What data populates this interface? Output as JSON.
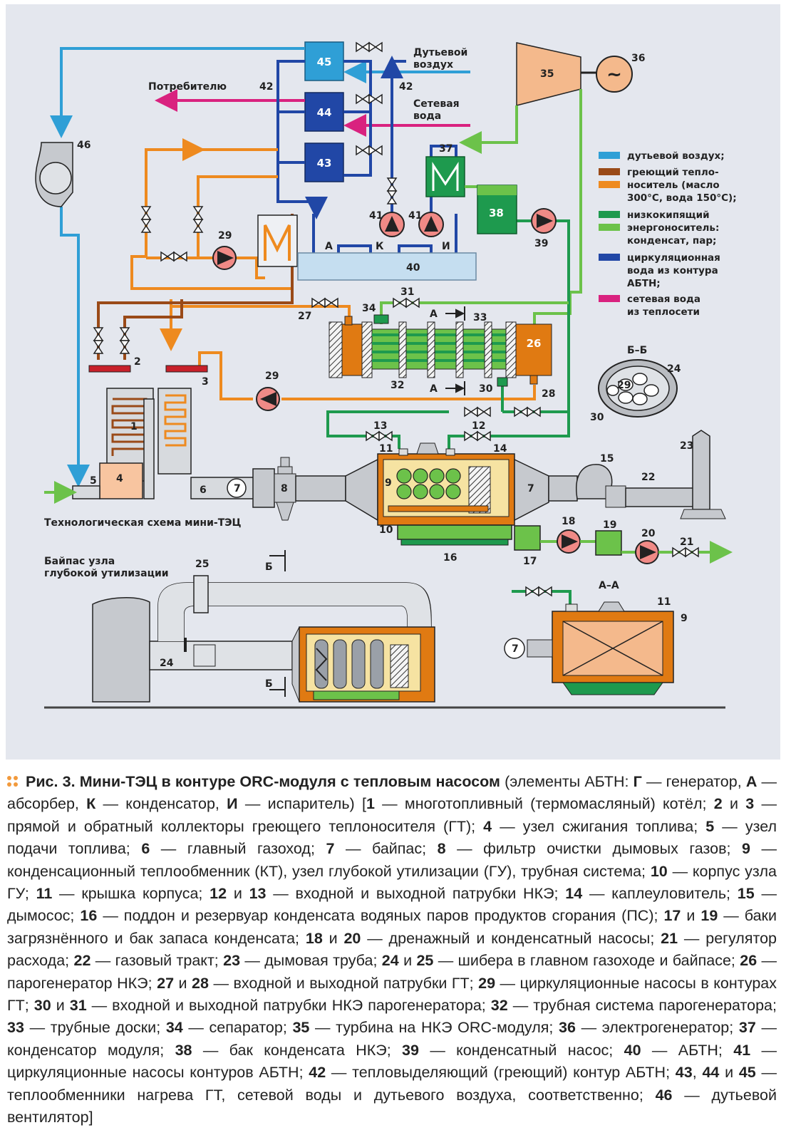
{
  "colors": {
    "air": "#2f9fd6",
    "heating_dark": "#9a4a18",
    "heating": "#ee8a1f",
    "orc_dark": "#1e9a4e",
    "orc_light": "#6cc24a",
    "circulation": "#2147a6",
    "network": "#d9227f",
    "vessel_orange": "#e07a12",
    "gray": "#c6c9ce",
    "panel": "#e4e7ee"
  },
  "diagram": {
    "texts": {
      "air_in": [
        "Дутьевой",
        "воздух"
      ],
      "network_water": [
        "Сетевая",
        "вода"
      ],
      "to_consumer": "Потребителю",
      "scheme_title": "Технологическая схема мини-ТЭЦ",
      "bypass_title": [
        "Байпас узла",
        "глубокой утилизации"
      ],
      "section_bb": "Б–Б",
      "section_aa": "А–А",
      "letter_A": "А",
      "letter_K": "К",
      "letter_I": "И",
      "letter_B": "Б"
    },
    "legend": [
      {
        "color": "#2f9fd6",
        "lines": [
          "дутьевой воздух;"
        ]
      },
      {
        "color": "#9a4a18",
        "color2": "#ee8a1f",
        "lines": [
          "греющий тепло-",
          "носитель (масло",
          "300°C, вода 150°C);"
        ]
      },
      {
        "color": "#1e9a4e",
        "color2": "#6cc24a",
        "lines": [
          "низкокипящий",
          "энергоноситель:",
          "конденсат, пар;"
        ]
      },
      {
        "color": "#2147a6",
        "lines": [
          "циркуляционная",
          "вода из контура",
          "АБТН;"
        ]
      },
      {
        "color": "#d9227f",
        "lines": [
          "сетевая вода",
          "из теплосети"
        ]
      }
    ],
    "numbers": [
      "1",
      "2",
      "3",
      "4",
      "5",
      "6",
      "7",
      "8",
      "9",
      "10",
      "11",
      "12",
      "13",
      "14",
      "15",
      "16",
      "17",
      "18",
      "19",
      "20",
      "21",
      "22",
      "23",
      "24",
      "25",
      "26",
      "27",
      "28",
      "29",
      "30",
      "31",
      "32",
      "33",
      "34",
      "35",
      "36",
      "37",
      "38",
      "39",
      "40",
      "41",
      "42",
      "43",
      "44",
      "45",
      "46"
    ]
  },
  "caption": {
    "fig": "Рис. 3.",
    "title": "Мини-ТЭЦ в контуре ORC-модуля с тепловым насосом",
    "text_html": "(элементы АБТН: <b>Г</b> — генератор, <b>А</b> — абсорбер, <b>К</b> — конденсатор, <b>И</b> — испаритель) [<b>1</b> — многотопливный (термомасляный) котёл; <b>2</b> и <b>3</b> — прямой и обратный коллекторы греющего теплоносителя (ГТ); <b>4</b> — узел сжигания топлива; <b>5</b> — узел подачи топлива; <b>6</b> — главный газоход; <b>7</b> — байпас; <b>8</b> — фильтр очистки дымовых газов; <b>9</b> — конденсационный теплообменник (КТ), узел глубокой утилизации (ГУ), трубная система; <b>10</b> — корпус узла ГУ; <b>11</b> — крышка корпуса; <b>12</b> и <b>13</b> — входной и выходной патрубки НКЭ; <b>14</b> — каплеуловитель; <b>15</b> — дымосос; <b>16</b> — поддон и резервуар конденсата водяных паров продуктов сгорания (ПС); <b>17</b> и <b>19</b> — баки загрязнённого и бак запаса конденсата; <b>18</b> и <b>20</b> — дренажный и конденсатный насосы; <b>21</b> — регулятор расхода; <b>22</b> — газовый тракт; <b>23</b> — дымовая труба; <b>24</b> и <b>25</b> — шибера в главном газоходе и байпасе; <b>26</b> — парогенератор НКЭ; <b>27</b> и <b>28</b> — входной и выходной патрубки ГТ; <b>29</b> — циркуляционные насосы в контурах ГТ; <b>30</b> и <b>31</b> — входной и выходной патрубки НКЭ парогенератора; <b>32</b> — трубная система парогенератора; <b>33</b> — трубные доски; <b>34</b> — сепаратор; <b>35</b> — турбина на НКЭ ORC-модуля; <b>36</b> — электрогенератор; <b>37</b> — конденсатор модуля; <b>38</b> — бак конденсата НКЭ; <b>39</b> — конденсатный насос; <b>40</b> — АБТН; <b>41</b> — циркуляционные насосы контуров АБТН; <b>42</b> — тепловыделяющий (греющий) контур АБТН; <b>43</b>, <b>44</b> и <b>45</b> — теплообменники нагрева ГТ, сетевой воды и дутьевого воздуха, соответственно; <b>46</b> — дутьевой вентилятор]"
  }
}
